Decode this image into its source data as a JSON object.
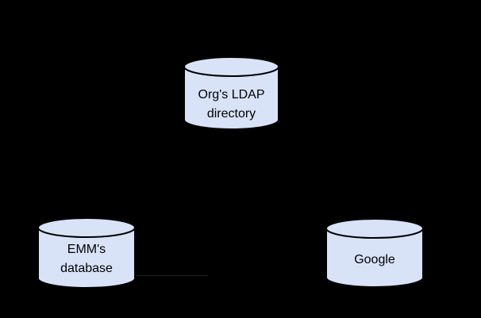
{
  "page": {
    "background_color": "#000000"
  },
  "diagram": {
    "type": "database-topology",
    "node_style": {
      "shape": "database-cylinder",
      "fill": "#d8e3f8",
      "stroke": "#000000",
      "text_color": "#000000"
    },
    "nodes": [
      {
        "id": "org-ldap-directory",
        "lines": [
          "Org's LDAP",
          "directory"
        ],
        "position": "top-center"
      },
      {
        "id": "emm-database",
        "lines": [
          "EMM's",
          "database"
        ],
        "position": "bottom-left"
      },
      {
        "id": "google",
        "lines": [
          "Google"
        ],
        "position": "bottom-right"
      }
    ],
    "faint_connector": {
      "description": "barely visible dark horizontal line segment between EMM's database and Google",
      "color": "#1a1a1a"
    }
  }
}
